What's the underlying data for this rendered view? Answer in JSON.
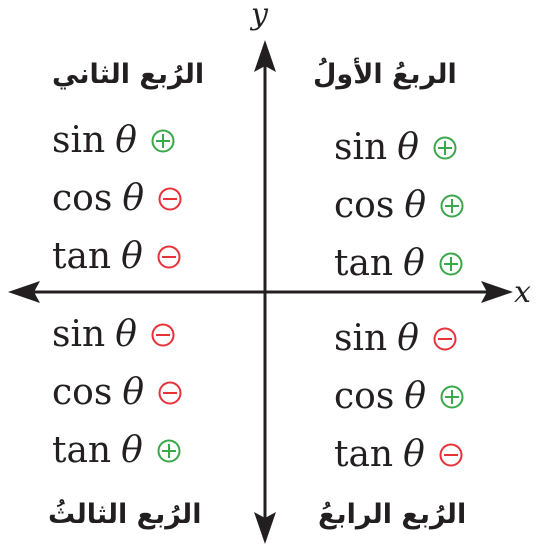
{
  "axes": {
    "x_label": "x",
    "y_label": "y"
  },
  "colors": {
    "positive": "#3aa74a",
    "negative": "#e8323a",
    "ink": "#231f20"
  },
  "theta_symbol": "θ",
  "quadrants": [
    {
      "key": "q1",
      "title": "الربعُ الأولُ",
      "rows": [
        {
          "func": "sin",
          "sign": "positive"
        },
        {
          "func": "cos",
          "sign": "positive"
        },
        {
          "func": "tan",
          "sign": "positive"
        }
      ]
    },
    {
      "key": "q2",
      "title": "الرُبع الثاني",
      "rows": [
        {
          "func": "sin",
          "sign": "positive"
        },
        {
          "func": "cos",
          "sign": "negative"
        },
        {
          "func": "tan",
          "sign": "negative"
        }
      ]
    },
    {
      "key": "q3",
      "title": "الرُبع الثالثُ",
      "rows": [
        {
          "func": "sin",
          "sign": "negative"
        },
        {
          "func": "cos",
          "sign": "negative"
        },
        {
          "func": "tan",
          "sign": "positive"
        }
      ]
    },
    {
      "key": "q4",
      "title": "الرُبع الرابعُ",
      "rows": [
        {
          "func": "sin",
          "sign": "negative"
        },
        {
          "func": "cos",
          "sign": "positive"
        },
        {
          "func": "tan",
          "sign": "negative"
        }
      ]
    }
  ]
}
